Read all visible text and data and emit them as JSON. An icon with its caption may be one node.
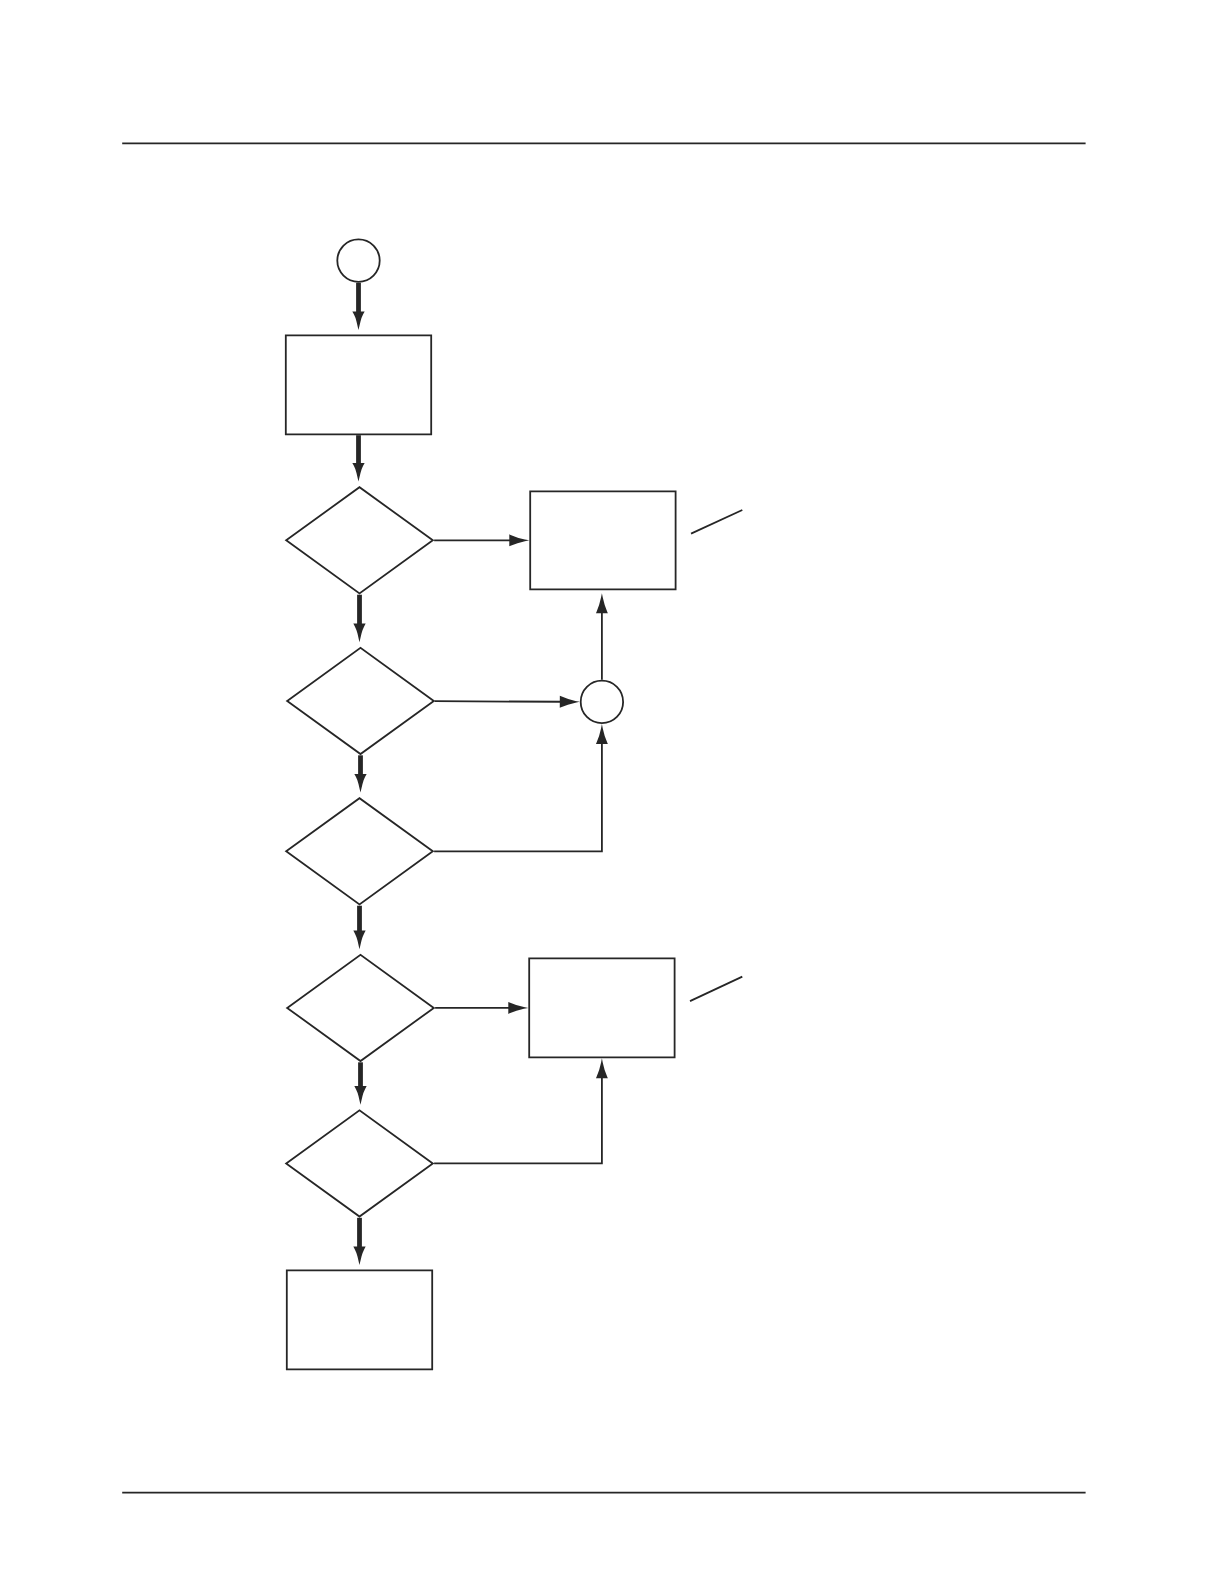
{
  "diagram": {
    "nodes": [
      {
        "text": [],
        "shape": "circle"
      },
      {
        "text": [],
        "shape": "box"
      },
      {
        "text": [],
        "shape": "diamond"
      },
      {
        "text": [],
        "shape": "box"
      },
      {
        "text": [],
        "shape": "diamond"
      },
      {
        "text": [],
        "shape": "circle"
      },
      {
        "text": [],
        "shape": "diamond"
      },
      {
        "text": [],
        "shape": "diamond"
      },
      {
        "text": [],
        "shape": "box"
      },
      {
        "text": [],
        "shape": "diamond"
      },
      {
        "text": [],
        "shape": "box"
      }
    ],
    "edges": [
      {
        "from": 0,
        "to": 1,
        "arrow": "to",
        "style": "thick"
      },
      {
        "from": 1,
        "to": 2,
        "arrow": "to",
        "style": "thick"
      },
      {
        "from": 2,
        "to": 3,
        "arrow": "to"
      },
      {
        "from": 2,
        "to": 4,
        "arrow": "to",
        "style": "thick"
      },
      {
        "from": 4,
        "to": 5,
        "arrow": "to"
      },
      {
        "from": 5,
        "to": 3,
        "arrow": "to"
      },
      {
        "from": 4,
        "to": 6,
        "arrow": "to",
        "style": "thick"
      },
      {
        "from": 6,
        "to": 5,
        "arrow": "to"
      },
      {
        "from": 6,
        "to": 7,
        "arrow": "to",
        "style": "thick"
      },
      {
        "from": 7,
        "to": 8,
        "arrow": "to"
      },
      {
        "from": 7,
        "to": 9,
        "arrow": "to",
        "style": "thick"
      },
      {
        "from": 9,
        "to": 8,
        "arrow": "to"
      },
      {
        "from": 9,
        "to": 10,
        "arrow": "to",
        "style": "thick"
      },
      {
        "from": null,
        "to": 3,
        "arrow": "none"
      },
      {
        "from": null,
        "to": 8,
        "arrow": "none"
      }
    ]
  }
}
